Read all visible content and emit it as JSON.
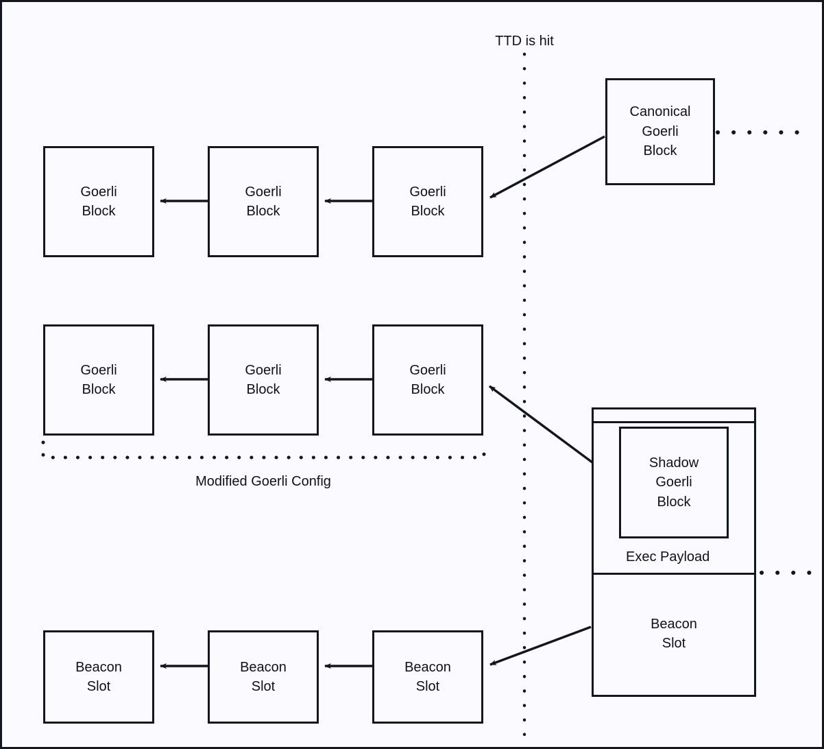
{
  "diagram": {
    "title_annotation": "TTD is hit",
    "group_label": "Modified Goerli Config",
    "colors": {
      "stroke": "#15151f",
      "background": "#fbfbff",
      "text": "#101018"
    },
    "rows": {
      "canonical_chain": {
        "blocks": [
          {
            "label": "Goerli\nBlock"
          },
          {
            "label": "Goerli\nBlock"
          },
          {
            "label": "Goerli\nBlock"
          }
        ],
        "post_ttd_block": {
          "label": "Canonical\nGoerli\nBlock"
        }
      },
      "shadow_chain": {
        "blocks": [
          {
            "label": "Goerli\nBlock"
          },
          {
            "label": "Goerli\nBlock"
          },
          {
            "label": "Goerli\nBlock"
          }
        ]
      },
      "beacon_chain": {
        "blocks": [
          {
            "label": "Beacon\nSlot"
          },
          {
            "label": "Beacon\nSlot"
          },
          {
            "label": "Beacon\nSlot"
          }
        ]
      }
    },
    "payload_container": {
      "exec_payload_label": "Exec Payload",
      "shadow_block_label": "Shadow\nGoerli\nBlock",
      "beacon_slot_label": "Beacon\nSlot"
    }
  }
}
